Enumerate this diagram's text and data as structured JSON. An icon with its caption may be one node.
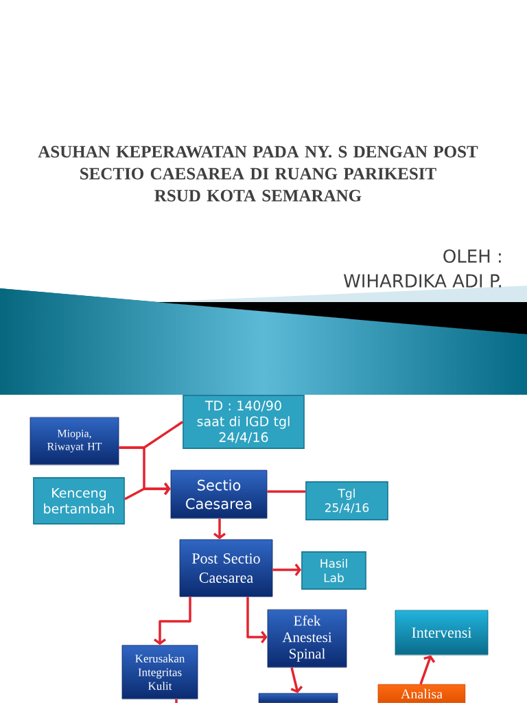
{
  "diagram": {
    "title": "ASUHAN KEPERAWATAN PADA NY. S DENGAN POST SECTIO CAESAREA DI RUANG PARIKESIT RSUD KOTA SEMARANG",
    "nodes": [
      {
        "text": [
          "Miopia, Riwayat HT"
        ]
      },
      {
        "text": [
          "TD : 140/90 saat di IGD tgl 24/4/16"
        ]
      },
      {
        "text": [
          "Kenceng bertambah"
        ]
      },
      {
        "text": [
          "Sectio Caesarea"
        ]
      },
      {
        "text": [
          "Tgl 25/4/16"
        ]
      },
      {
        "text": [
          "Post Sectio Caesarea"
        ]
      },
      {
        "text": [
          "Hasil Lab"
        ]
      },
      {
        "text": [
          "Efek Anestesi Spinal"
        ]
      },
      {
        "text": [
          "Intervensi"
        ]
      },
      {
        "text": [
          "Kerusakan Integritas Kulit"
        ]
      },
      {
        "text": [],
        "shape": "box"
      },
      {
        "text": [
          "Analisa"
        ]
      }
    ],
    "edges": [
      {
        "from": 0,
        "to": 1,
        "arrow": "none"
      },
      {
        "from": 0,
        "to": 3,
        "arrow": "to"
      },
      {
        "from": 2,
        "to": 3,
        "arrow": "to"
      },
      {
        "from": 3,
        "to": 4,
        "arrow": "none"
      },
      {
        "from": 3,
        "to": 5,
        "arrow": "to"
      },
      {
        "from": 5,
        "to": 6,
        "arrow": "to"
      },
      {
        "from": 5,
        "to": 9,
        "arrow": "to"
      },
      {
        "from": 5,
        "to": 7,
        "arrow": "to"
      },
      {
        "from": 7,
        "to": 10,
        "arrow": "to"
      },
      {
        "from": 11,
        "to": 8,
        "arrow": "to"
      },
      {
        "from": 9,
        "to": null,
        "arrow": "none"
      }
    ],
    "labels": [
      "OLEH :",
      "WIHARDIKA ADI P."
    ]
  }
}
